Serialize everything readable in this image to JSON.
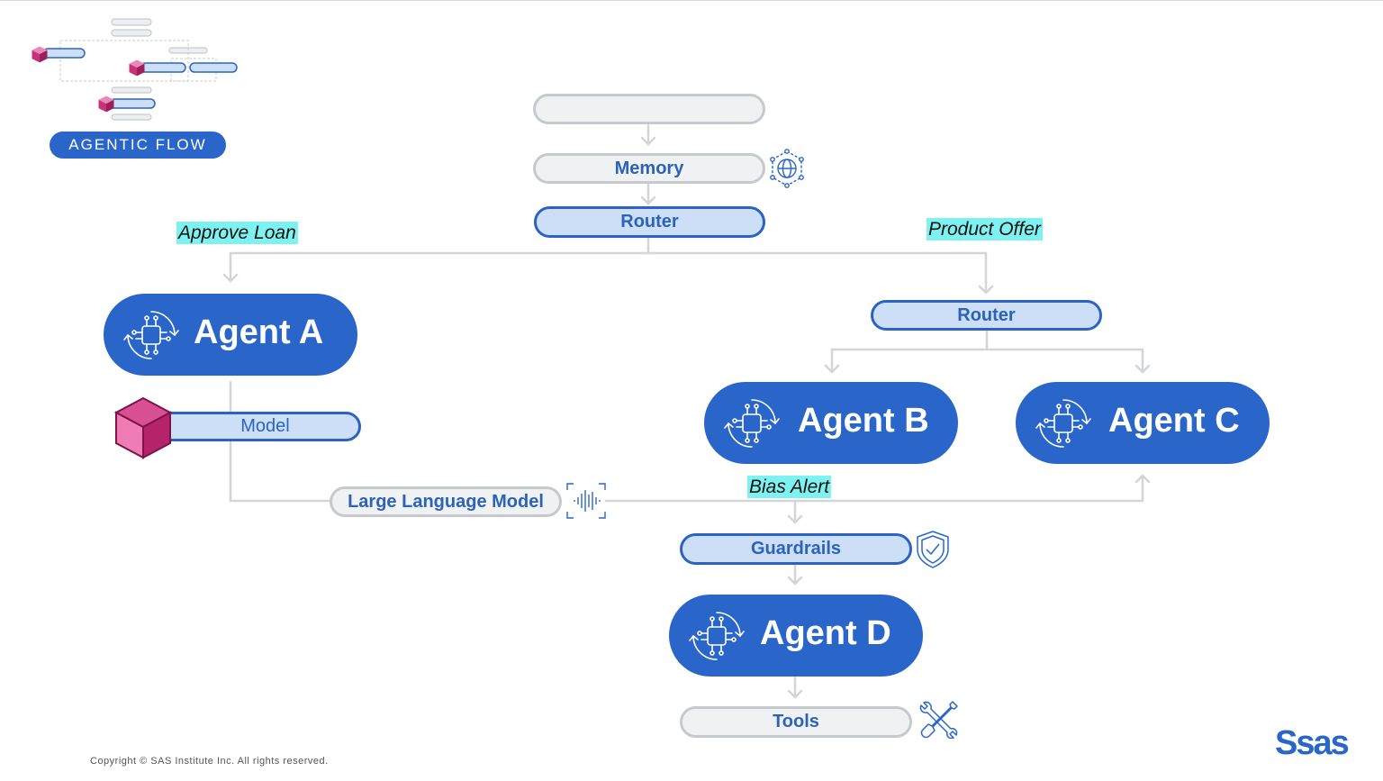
{
  "badge": {
    "label": "AGENTIC FLOW"
  },
  "nodes": {
    "input_label": "",
    "memory": "Memory",
    "router_main": "Router",
    "router_secondary": "Router",
    "model": "Model",
    "llm": "Large Language Model",
    "guardrails": "Guardrails",
    "tools": "Tools"
  },
  "agents": {
    "a": "Agent A",
    "b": "Agent B",
    "c": "Agent C",
    "d": "Agent D"
  },
  "edge_labels": {
    "approve_loan": "Approve Loan",
    "product_offer": "Product Offer",
    "bias_alert": "Bias Alert"
  },
  "footer": {
    "copyright": "Copyright © SAS Institute Inc. All rights reserved.",
    "logo": "Ssas"
  },
  "icons": {
    "memory": "globe-network-icon",
    "llm": "sound-wave-icon",
    "guardrails": "shield-check-icon",
    "tools": "wrench-screwdriver-icon",
    "agent": "brain-circuit-icon",
    "model": "cube-icon"
  },
  "colors": {
    "agent_blue": "#2a66c9",
    "pill_blue_fill": "#cddff6",
    "pill_grey_fill": "#f0f1f3",
    "connector": "#d3d5d8",
    "highlight": "#7ef2f0",
    "cube_magenta": "#c8327a"
  }
}
